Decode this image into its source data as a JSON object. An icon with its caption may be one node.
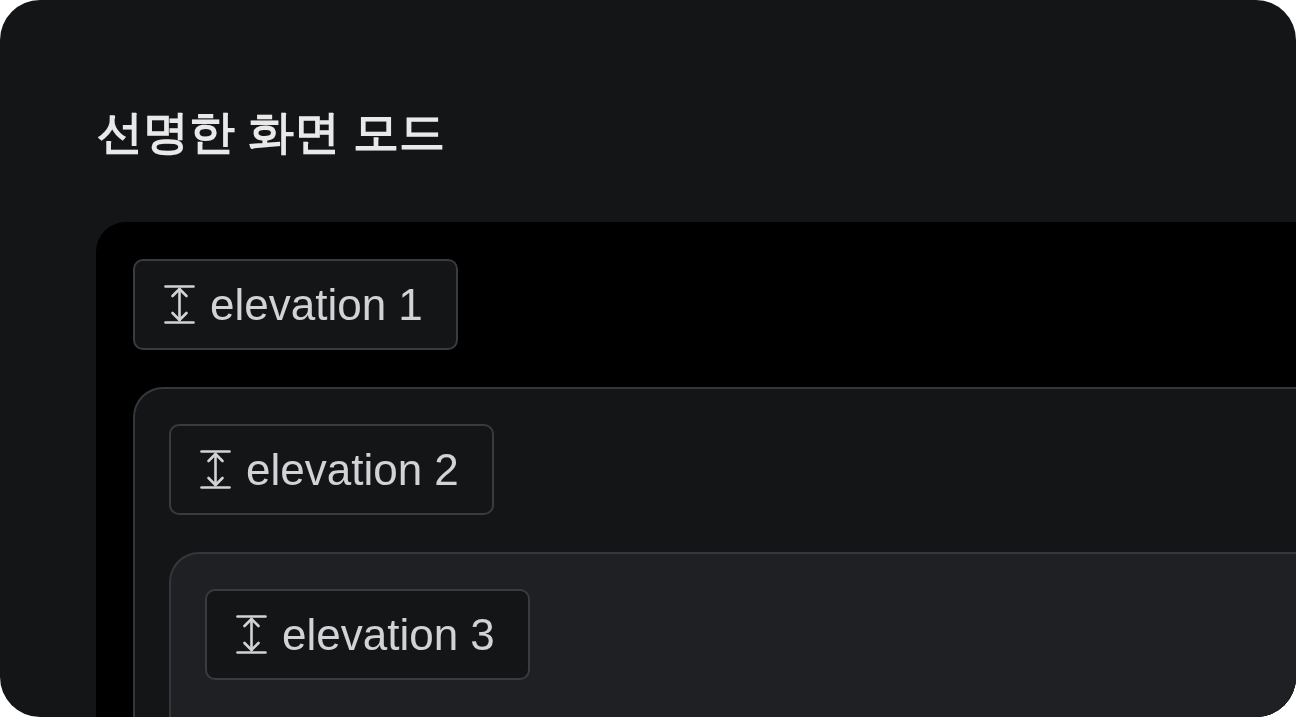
{
  "diagram": {
    "title": "선명한 화면 모드",
    "nodes": [
      {
        "text": [],
        "shape": "box"
      },
      {
        "text": [
          "elevation 1"
        ],
        "in": 0
      },
      {
        "text": [],
        "shape": "box",
        "in": 0
      },
      {
        "text": [
          "elevation 2"
        ],
        "in": 2
      },
      {
        "text": [],
        "shape": "box",
        "in": 2
      },
      {
        "text": [
          "elevation 3"
        ],
        "in": 4
      }
    ],
    "edges": []
  }
}
